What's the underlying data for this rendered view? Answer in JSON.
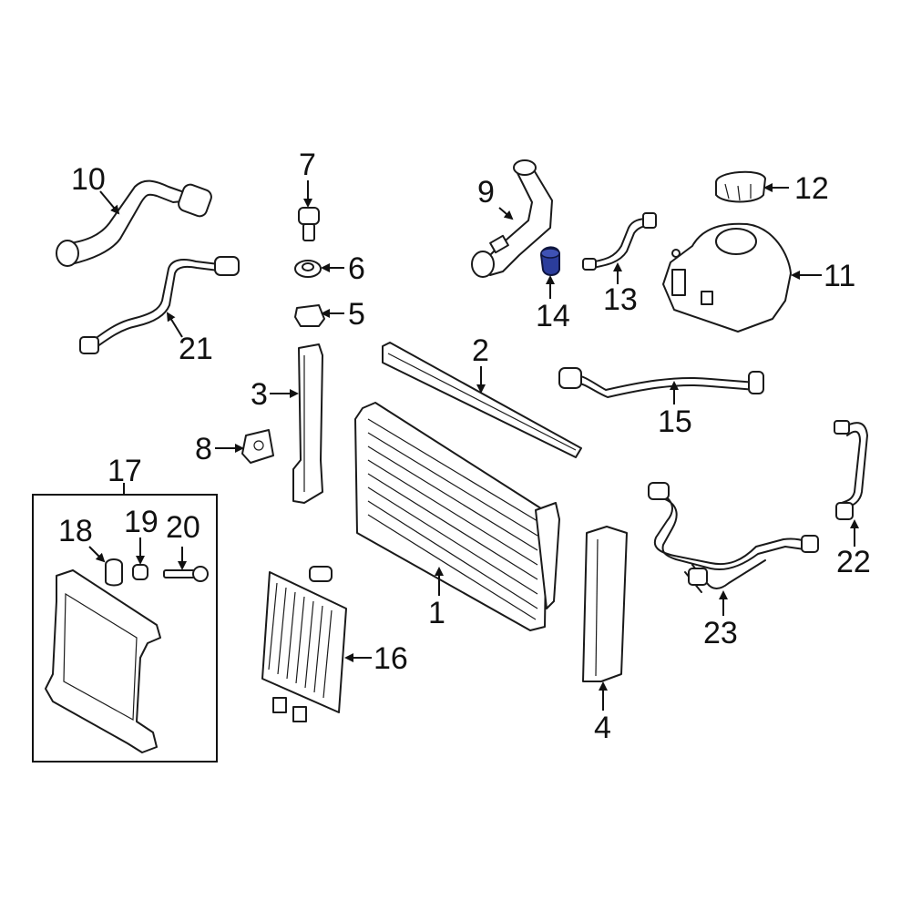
{
  "diagram": {
    "highlight_color": "#2b3d9c",
    "line_color": "#1a1a1a",
    "callouts": {
      "c1": "1",
      "c2": "2",
      "c3": "3",
      "c4": "4",
      "c5": "5",
      "c6": "6",
      "c7": "7",
      "c8": "8",
      "c9": "9",
      "c10": "10",
      "c11": "11",
      "c12": "12",
      "c13": "13",
      "c14": "14",
      "c15": "15",
      "c16": "16",
      "c17": "17",
      "c18": "18",
      "c19": "19",
      "c20": "20",
      "c21": "21",
      "c22": "22",
      "c23": "23"
    }
  }
}
